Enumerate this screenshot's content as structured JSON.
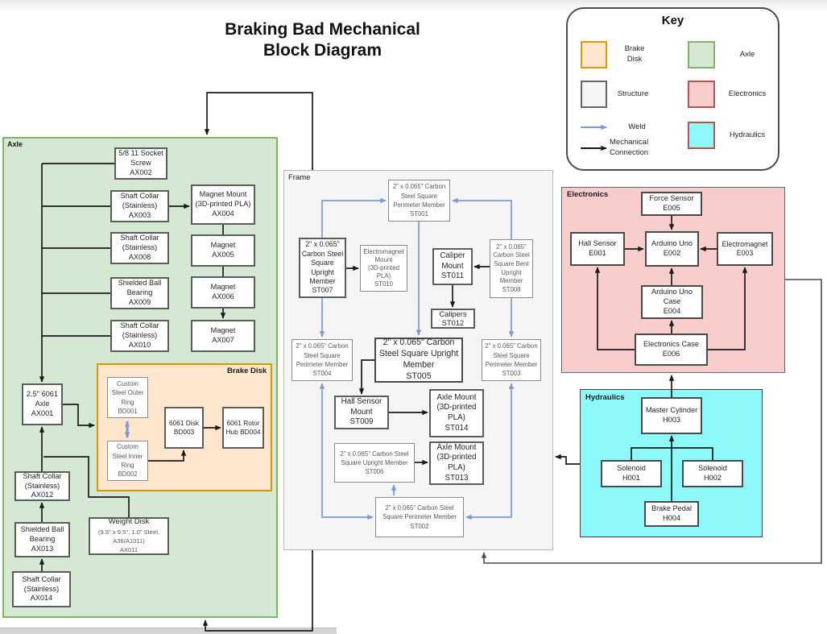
{
  "title": "Braking Bad Mechanical\nBlock Diagram",
  "key": {
    "title": "Key",
    "brake_disk": "Brake\nDisk",
    "axle": "Axle",
    "structure": "Structure",
    "electronics": "Electronics",
    "weld": "Weld",
    "mechanical": "Mechanical\nConnection",
    "hydraulics": "Hydraulics",
    "colors": {
      "brake_disk_fill": "#ffe6cc",
      "brake_disk_border": "#d79b00",
      "axle_fill": "#d5e8d4",
      "axle_border": "#82b366",
      "structure_fill": "#f5f5f5",
      "structure_border": "#666666",
      "electronics_fill": "#f8cecc",
      "electronics_border": "#b85450",
      "hydraulics_fill": "#8ef9f9",
      "hydraulics_border": "#b85450",
      "weld_arrow": "#7b9bd2",
      "mechanical_arrow": "#1a1a1a"
    }
  },
  "regions": {
    "axle": {
      "label": "Axle",
      "nodes": {
        "ax002": "5/8 11 Socket\nScrew\nAX002",
        "ax003": "Shaft Collar\n(Stainless)\nAX003",
        "ax004": "Magnet Mount\n(3D-printed PLA)\nAX004",
        "ax008": "Shaft Collar\n(Stainless)\nAX008",
        "ax005": "Magnet\nAX005",
        "ax009": "Shielded Ball\nBearing\nAX009",
        "ax006": "Magnet\nAX006",
        "ax010": "Shaft Collar\n(Stainless)\nAX010",
        "ax007": "Magnet\nAX007",
        "ax001": "2.5\" 6061\nAxle\nAX001",
        "ax012": "Shaft Collar\n(Stainless)\nAX012",
        "ax013": "Shielded Ball\nBearing\nAX013",
        "ax014": "Shaft Collar\n(Stainless)\nAX014",
        "ax011": {
          "title": "Weight Disk",
          "sub": "(9.5\" x 9.5\", 1.0\" Steel,\nA36/A1011)\nAX011"
        }
      }
    },
    "brake_disk": {
      "label": "Brake Disk",
      "nodes": {
        "bd001": "Custom\nSteel Outer\nRing\nBD001",
        "bd002": "Custom\nSteel Inner\nRing\nBD002",
        "bd003": "6061 Disk\nBD003",
        "bd004": "6061 Rotor\nHub BD004"
      }
    },
    "frame": {
      "label": "Frame",
      "nodes": {
        "st001": "2\" x 0.065\" Carbon\nSteel Square\nPerimeter Member\nST001",
        "st007": "2\" x 0.065\"\nCarbon Steel\nSquare\nUpright\nMember\nST007",
        "st010": "Electromagnet\nMount\n(3D-printed\nPLA)\nST010",
        "st011": "Caliper\nMount\nST011",
        "st008": "2\" x 0.065\"\nCarbon Steel\nSquare Bent\nUpright\nMember\nST008",
        "st012": "Calipers\nST012",
        "st004": "2\" x 0.065\" Carbon\nSteel Square\nPerimeter Member\nST004",
        "st005": "2\" x 0.065\" Carbon\nSteel Square Upright\nMember\nST005",
        "st003": "2\" x 0.065\" Carbon\nSteel Square\nPerimeter Member\nST003",
        "st009": "Hall Sensor\nMount\nST009",
        "st014": "Axle Mount\n(3D-printed\nPLA)\nST014",
        "st006": "2\" x 0.065\" Carbon Steel\nSquare Upright Member\nST006",
        "st013": "Axle Mount\n(3D-printed\nPLA)\nST013",
        "st002": "2\" x 0.065\" Carbon Steel\nSquare Perimeter Member\nST002"
      }
    },
    "electronics": {
      "label": "Electronics",
      "nodes": {
        "e005": "Force Sensor\nE005",
        "e001": "Hall Sensor\nE001",
        "e002": "Arduino Uno\nE002",
        "e003": "Electromagnet\nE003",
        "e004": "Arduino Uno\nCase\nE004",
        "e006": "Electronics Case\nE006"
      }
    },
    "hydraulics": {
      "label": "Hydraulics",
      "nodes": {
        "h003": "Master Cylinder\nH003",
        "h001": "Solenoid\nH001",
        "h002": "Solenoid\nH002",
        "h004": "Brake Pedal\nH004"
      }
    }
  },
  "edges": [
    {
      "from": "AX002",
      "to": "AX001",
      "type": "mechanical"
    },
    {
      "from": "AX003",
      "to": "AX001",
      "type": "mechanical"
    },
    {
      "from": "AX008",
      "to": "AX001",
      "type": "mechanical"
    },
    {
      "from": "AX009",
      "to": "AX001",
      "type": "mechanical"
    },
    {
      "from": "AX010",
      "to": "AX001",
      "type": "mechanical"
    },
    {
      "from": "AX003",
      "to": "AX004",
      "type": "mechanical"
    },
    {
      "from": "AX004",
      "to": "AX005",
      "type": "mechanical",
      "arrow": "none"
    },
    {
      "from": "AX005",
      "to": "AX006",
      "type": "mechanical",
      "arrow": "none"
    },
    {
      "from": "AX006",
      "to": "AX007",
      "type": "mechanical"
    },
    {
      "from": "AX012",
      "to": "AX001",
      "type": "mechanical"
    },
    {
      "from": "AX013",
      "to": "AX012",
      "type": "mechanical"
    },
    {
      "from": "AX014",
      "to": "AX013",
      "type": "mechanical"
    },
    {
      "from": "AX011",
      "to": "AX001",
      "type": "mechanical"
    },
    {
      "from": "AX001",
      "to": "BrakeDisk",
      "type": "mechanical"
    },
    {
      "from": "BD001",
      "to": "BD002",
      "type": "weld",
      "arrow": "both"
    },
    {
      "from": "BD002",
      "to": "BD003",
      "type": "mechanical"
    },
    {
      "from": "BD003",
      "to": "BD004",
      "type": "mechanical"
    },
    {
      "from": "ST007",
      "to": "ST001",
      "type": "weld"
    },
    {
      "from": "ST008",
      "to": "ST001",
      "type": "weld"
    },
    {
      "from": "ST001",
      "to": "ST005",
      "type": "weld"
    },
    {
      "from": "ST007",
      "to": "ST004",
      "type": "weld"
    },
    {
      "from": "ST008",
      "to": "ST003",
      "type": "weld"
    },
    {
      "from": "ST004",
      "to": "ST002",
      "type": "weld",
      "arrow": "both"
    },
    {
      "from": "ST003",
      "to": "ST002",
      "type": "weld",
      "arrow": "both"
    },
    {
      "from": "ST002",
      "to": "ST006",
      "type": "weld"
    },
    {
      "from": "ST007",
      "to": "ST010",
      "type": "mechanical"
    },
    {
      "from": "ST008",
      "to": "ST011",
      "type": "mechanical"
    },
    {
      "from": "ST011",
      "to": "ST012",
      "type": "mechanical"
    },
    {
      "from": "ST005",
      "to": "ST009",
      "type": "mechanical"
    },
    {
      "from": "ST009",
      "to": "ST014",
      "type": "mechanical"
    },
    {
      "from": "ST006",
      "to": "ST013",
      "type": "mechanical"
    },
    {
      "from": "E005",
      "to": "E002",
      "type": "mechanical"
    },
    {
      "from": "E001",
      "to": "E002",
      "type": "mechanical"
    },
    {
      "from": "E003",
      "to": "E002",
      "type": "mechanical"
    },
    {
      "from": "E004",
      "to": "E002",
      "type": "mechanical"
    },
    {
      "from": "E006",
      "to": "E004",
      "type": "mechanical"
    },
    {
      "from": "E006",
      "to": "E001",
      "type": "mechanical"
    },
    {
      "from": "E006",
      "to": "E003",
      "type": "mechanical"
    },
    {
      "from": "H001",
      "to": "H003",
      "type": "mechanical"
    },
    {
      "from": "H002",
      "to": "H003",
      "type": "mechanical"
    },
    {
      "from": "H004",
      "to": "H003",
      "type": "mechanical"
    },
    {
      "from": "H003",
      "to": "Electronics",
      "type": "mechanical"
    },
    {
      "from": "Hydraulics",
      "to": "Frame",
      "type": "mechanical"
    },
    {
      "from": "Electronics",
      "to": "Frame",
      "type": "mechanical"
    },
    {
      "from": "Frame",
      "to": "Axle",
      "type": "mechanical",
      "note": "top"
    },
    {
      "from": "Frame",
      "to": "Axle",
      "type": "mechanical",
      "note": "bottom"
    }
  ]
}
